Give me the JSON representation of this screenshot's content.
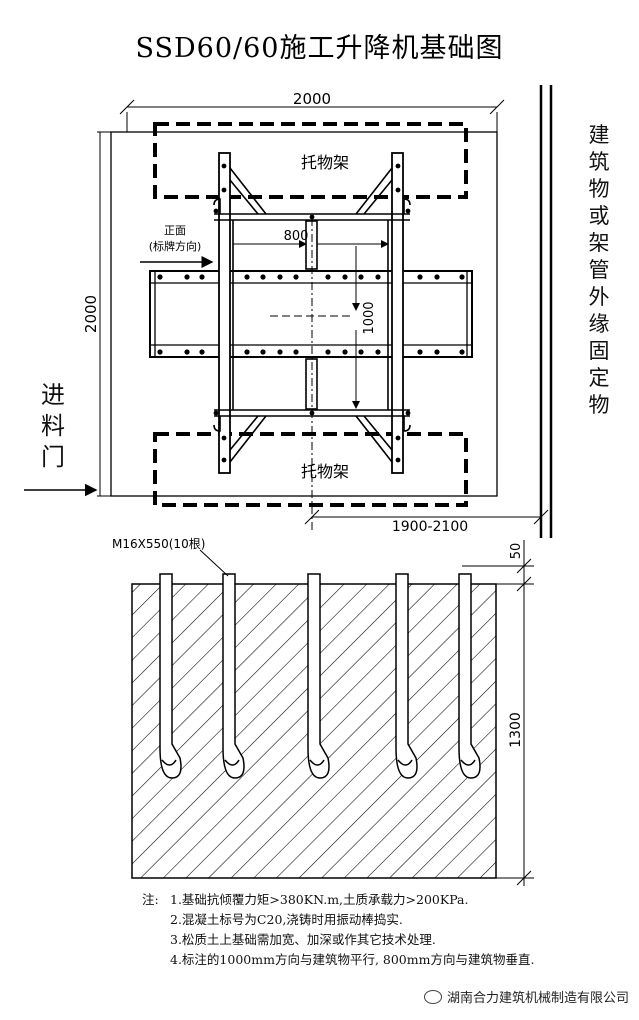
{
  "title": "SSD60/60施工升降机基础图",
  "plan": {
    "dim_width": "2000",
    "dim_height": "2000",
    "dim_800": "800",
    "dim_1000": "1000",
    "dim_offset": "1900-2100",
    "shelf_label": "托物架",
    "front_label": "正面",
    "front_sub": "(标牌方向)"
  },
  "side_note": [
    "建",
    "筑",
    "物",
    "或",
    "架",
    "管",
    "外",
    "缘",
    "固",
    "定",
    "物"
  ],
  "entry_label": [
    "进",
    "料",
    "门"
  ],
  "section": {
    "bolt_label": "M16X550(10根)",
    "dim_50": "50",
    "dim_1300": "1300"
  },
  "notes": {
    "prefix": "注:",
    "items": [
      "1.基础抗倾覆力矩>380KN.m,土质承载力>200KPa.",
      "2.混凝土标号为C20,浇铸时用振动棒捣实.",
      "3.松质土上基础需加宽、加深或作其它技术处理.",
      "4.标注的1000mm方向与建筑物平行, 800mm方向与建筑物垂直."
    ]
  },
  "watermark": "湖南合力建筑机械制造有限公司"
}
